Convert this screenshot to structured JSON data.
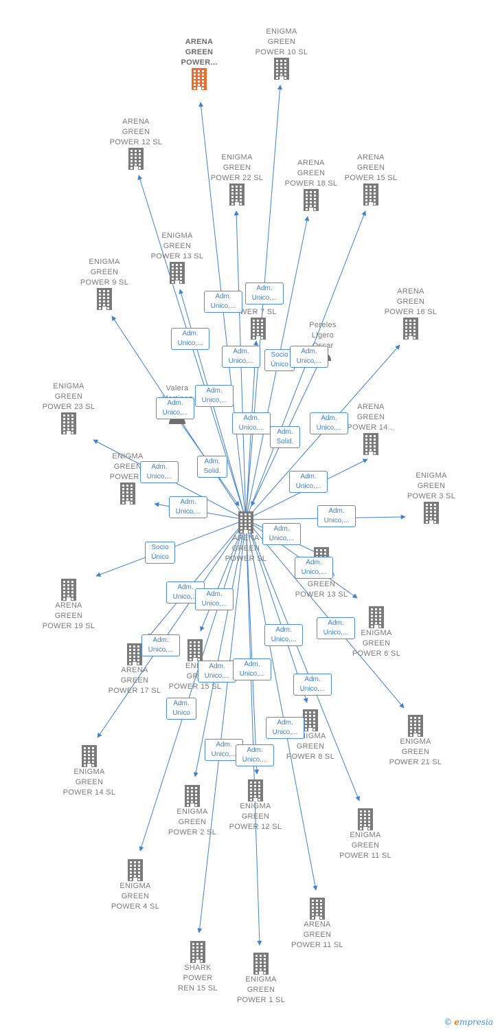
{
  "colors": {
    "edge": "#3f80cf",
    "company": "#7a7a7a",
    "focus": "#f26b2b",
    "label_border": "#4a8ed8"
  },
  "nodes": [
    {
      "id": "center",
      "label": "ARENA\nGREEN\nPOWER  SL",
      "type": "company"
    },
    {
      "id": "arena_power_top",
      "label": "ARENA\nGREEN\nPOWER...",
      "type": "focus"
    },
    {
      "id": "enigma10",
      "label": "ENIGMA\nGREEN\nPOWER 10  SL",
      "type": "company"
    },
    {
      "id": "arena12",
      "label": "ARENA\nGREEN\nPOWER 12  SL",
      "type": "company"
    },
    {
      "id": "enigma22",
      "label": "ENIGMA\nGREEN\nPOWER 22  SL",
      "type": "company"
    },
    {
      "id": "arena18",
      "label": "ARENA\nGREEN\nPOWER 18  SL",
      "type": "company"
    },
    {
      "id": "arena15",
      "label": "ARENA\nGREEN\nPOWER 15  SL",
      "type": "company"
    },
    {
      "id": "enigma13",
      "label": "ENIGMA\nGREEN\nPOWER 13  SL",
      "type": "company"
    },
    {
      "id": "enigma9",
      "label": "ENIGMA\nGREEN\nPOWER 9  SL",
      "type": "company"
    },
    {
      "id": "hidden7",
      "label": "E\nWER 7  SL",
      "type": "company"
    },
    {
      "id": "pereles",
      "label": "Pereles\nLigero\nOscar",
      "type": "person"
    },
    {
      "id": "arena16",
      "label": "ARENA\nGREEN\nPOWER 16  SL",
      "type": "company"
    },
    {
      "id": "valera",
      "label": "Valera\nMartinez\nPablo",
      "type": "person"
    },
    {
      "id": "enigma23",
      "label": "ENIGMA\nGREEN\nPOWER 23  SL",
      "type": "company"
    },
    {
      "id": "arena14",
      "label": "ARENA\nGREEN\nPOWER 14...",
      "type": "company"
    },
    {
      "id": "enigma5",
      "label": "ENIGMA\nGREEN\nPOWER 5",
      "type": "company"
    },
    {
      "id": "enigma3",
      "label": "ENIGMA\nGREEN\nPOWER 3  SL",
      "type": "company"
    },
    {
      "id": "arena13",
      "label": "ARENA\nGREEN\nPOWER 13  SL",
      "type": "company"
    },
    {
      "id": "arena19",
      "label": "ARENA\nGREEN\nPOWER 19  SL",
      "type": "company"
    },
    {
      "id": "enigma6",
      "label": "ENIGMA\nGREEN\nPOWER 6  SL",
      "type": "company"
    },
    {
      "id": "arena17",
      "label": "ARENA\nGREEN\nPOWER 17  SL",
      "type": "company"
    },
    {
      "id": "enigma15",
      "label": "ENIG\nGRE\nPOWER 15  SL",
      "type": "company"
    },
    {
      "id": "enigma21",
      "label": "ENIGMA\nGREEN\nPOWER 21  SL",
      "type": "company"
    },
    {
      "id": "enigma8",
      "label": "ENIGMA\nGREEN\nPOWER 8  SL",
      "type": "company"
    },
    {
      "id": "enigma14",
      "label": "ENIGMA\nGREEN\nPOWER 14  SL",
      "type": "company"
    },
    {
      "id": "enigma2",
      "label": "ENIGMA\nGREEN\nPOWER 2  SL",
      "type": "company"
    },
    {
      "id": "enigma12",
      "label": "ENIGMA\nGREEN\nPOWER 12  SL",
      "type": "company"
    },
    {
      "id": "enigma11",
      "label": "ENIGMA\nGREEN\nPOWER 11  SL",
      "type": "company"
    },
    {
      "id": "enigma4",
      "label": "ENIGMA\nGREEN\nPOWER 4  SL",
      "type": "company"
    },
    {
      "id": "arena11",
      "label": "ARENA\nGREEN\nPOWER 11  SL",
      "type": "company"
    },
    {
      "id": "shark15",
      "label": "SHARK\nPOWER\nREN 15  SL",
      "type": "company"
    },
    {
      "id": "enigma1",
      "label": "ENIGMA\nGREEN\nPOWER 1  SL",
      "type": "company"
    }
  ],
  "edge_labels": [
    "Adm.\nUnico,...",
    "Adm.\nUnico,...",
    "Adm.\nUnico,...",
    "Adm.\nUnico,...",
    "Socio\nÚnico",
    "Adm.\nUnico,...",
    "Adm.\nUnico,...",
    "Adm.\nUnico,...",
    "Adm.\nUnico,...",
    "Adm.\nSolid.",
    "Adm.\nUnico,...",
    "Adm.\nSolid.",
    "Adm.\nUnico,...",
    "Adm.\nUnico,...",
    "Adm.\nUnico,...",
    "Adm.\nUnico,...",
    "Socio\nÚnico",
    "Adm.\nUnico,...",
    "Adm.\nUnico,...",
    "Adm.\nUnico,...",
    "Adm.\nUnico,...",
    "Adm.\nUnico,...",
    "Adm.\nUnico,...",
    "Adm.\nUnico,...",
    "Adm.\nUnico,...",
    "Adm.\nUnico,...",
    "Adm.\nUnico,...",
    "Adm.\nUnico",
    "Adm.\nUnico,...",
    "Adm.\nUnico,...",
    "Adm.\nUnico,..."
  ],
  "footer": {
    "copyright": "©",
    "brand_initial": "e",
    "brand_rest": "mpresia"
  }
}
